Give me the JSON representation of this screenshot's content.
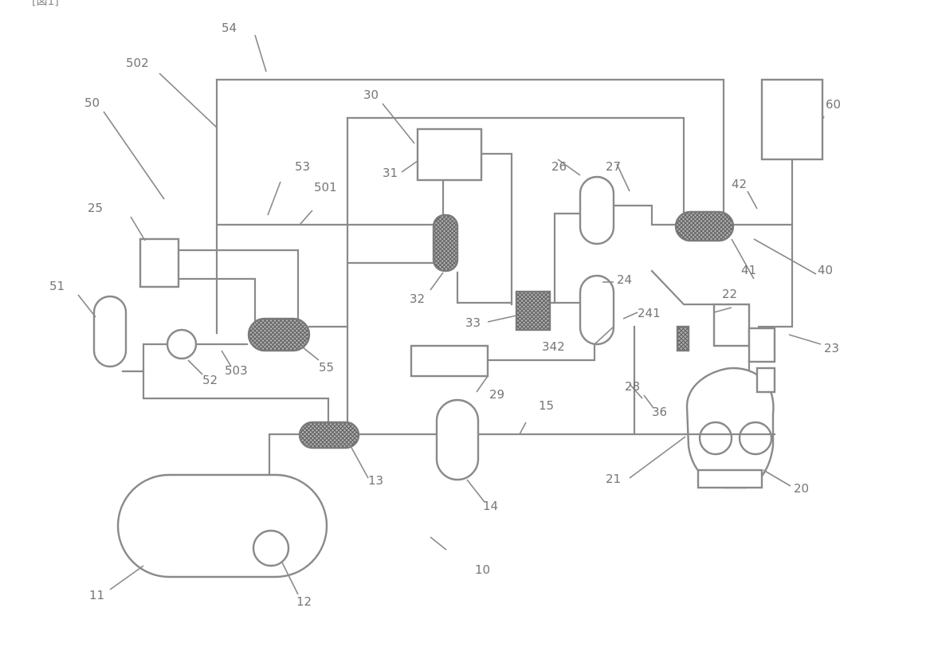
{
  "header_mark": "[図1]",
  "labels": {
    "n11": "11",
    "n12": "12",
    "n13": "13",
    "n14": "14",
    "n15": "15",
    "n10": "10",
    "n20": "20",
    "n21": "21",
    "n22": "22",
    "n23": "23",
    "n24": "24",
    "n241": "241",
    "n25": "25",
    "n26": "26",
    "n27": "27",
    "n28": "28",
    "n29": "29",
    "n30": "30",
    "n31": "31",
    "n32": "32",
    "n33": "33",
    "n342": "342",
    "n36": "36",
    "n40": "40",
    "n41": "41",
    "n42": "42",
    "n50": "50",
    "n501": "501",
    "n502": "502",
    "n503": "503",
    "n51": "51",
    "n52": "52",
    "n53": "53",
    "n54": "54",
    "n55": "55",
    "n60": "60"
  }
}
